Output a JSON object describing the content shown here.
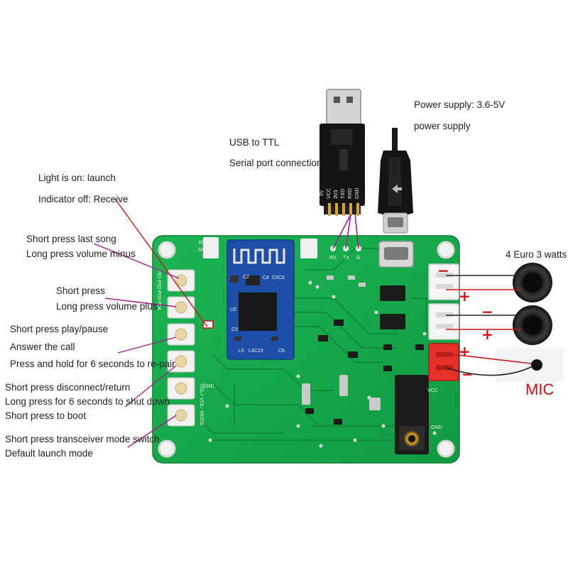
{
  "labels": {
    "light_on": "Light is on: launch",
    "indicator_off": "Indicator off: Receive",
    "last_song": "Short press last song",
    "volume_minus": "Long press volume minus",
    "short_press": "Short press",
    "volume_plus": "Long press volume plus",
    "play_pause": "Short press play/pause",
    "answer_call": "Answer the call",
    "re_pair": "Press and hold for 6 seconds to re-pair",
    "disconnect": "Short press disconnect/return",
    "shut_down": "Long press for 6 seconds to shut down",
    "boot": "Short press to boot",
    "mode_switch": "Short press transceiver mode switch",
    "default_mode": "Default launch mode",
    "usb_ttl": "USB to TTL",
    "serial": "Serial port connection",
    "power_supply_range": "Power supply: 3.6-5V",
    "power_supply": "power supply",
    "speakers": "4 Euro 3 watts",
    "mic": "MIC"
  },
  "polarity": {
    "plus": "+",
    "minus": "−"
  },
  "silkscreen": {
    "fm_ant": "FM",
    "ant": "ANT",
    "rx": "RX",
    "tx": "TX",
    "g": "G",
    "gnd": "GND",
    "vcc": "VCC",
    "gnd2": "GND",
    "usb_pins": [
      "5V",
      "VCC",
      "3V3",
      "TXD",
      "RXD",
      "GND"
    ],
    "modules": [
      "C2",
      "C4",
      "C5C5",
      "U2",
      "C3",
      "L5",
      "L4C23",
      "C6"
    ],
    "left_edge": "P01-P02-P03-P04",
    "left_edge2": "VOL+ VOL- MODE"
  },
  "colors": {
    "pcb": "#16a84a",
    "module": "#1d4fa8",
    "annotation_line": "#a0208a",
    "accent_red": "#d01010"
  }
}
